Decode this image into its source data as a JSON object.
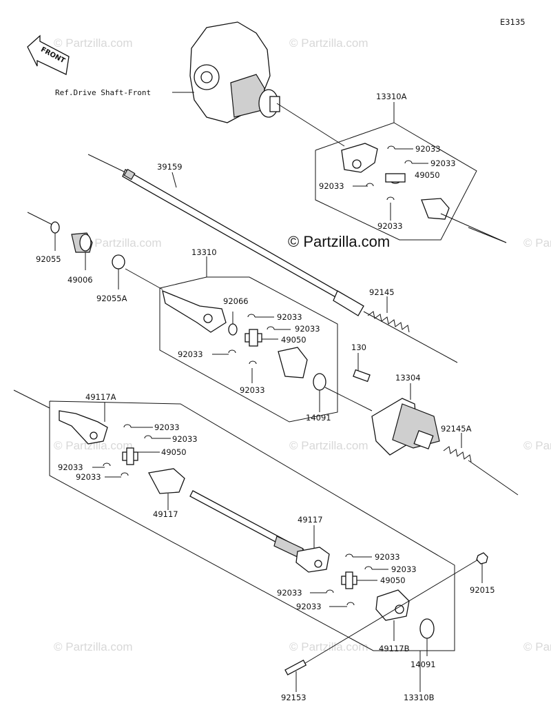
{
  "diagram_code": "E3135",
  "watermark": "© Partzilla.com",
  "watermark_main": "© Partzilla.com",
  "front_label": "FRONT",
  "ref_label": "Ref.Drive Shaft-Front",
  "part_numbers": {
    "p_13310A": "13310A",
    "p_92033_a": "92033",
    "p_92033_b": "92033",
    "p_49050_a": "49050",
    "p_92033_c": "92033",
    "p_92033_d": "92033",
    "p_39159": "39159",
    "p_92055": "92055",
    "p_49006": "49006",
    "p_92055A": "92055A",
    "p_13310": "13310",
    "p_92066": "92066",
    "p_92033_e": "92033",
    "p_92033_f": "92033",
    "p_49050_b": "49050",
    "p_92033_g": "92033",
    "p_92033_h": "92033",
    "p_14091_a": "14091",
    "p_92145": "92145",
    "p_130": "130",
    "p_13304": "13304",
    "p_92145A": "92145A",
    "p_49117A": "49117A",
    "p_92033_i": "92033",
    "p_92033_j": "92033",
    "p_49050_c": "49050",
    "p_92033_k": "92033",
    "p_92033_l": "92033",
    "p_49117_a": "49117",
    "p_49117_b": "49117",
    "p_92033_m": "92033",
    "p_92033_n": "92033",
    "p_49050_d": "49050",
    "p_92033_o": "92033",
    "p_92033_p": "92033",
    "p_92015": "92015",
    "p_49117B": "49117B",
    "p_14091_b": "14091",
    "p_92153": "92153",
    "p_13310B": "13310B"
  }
}
